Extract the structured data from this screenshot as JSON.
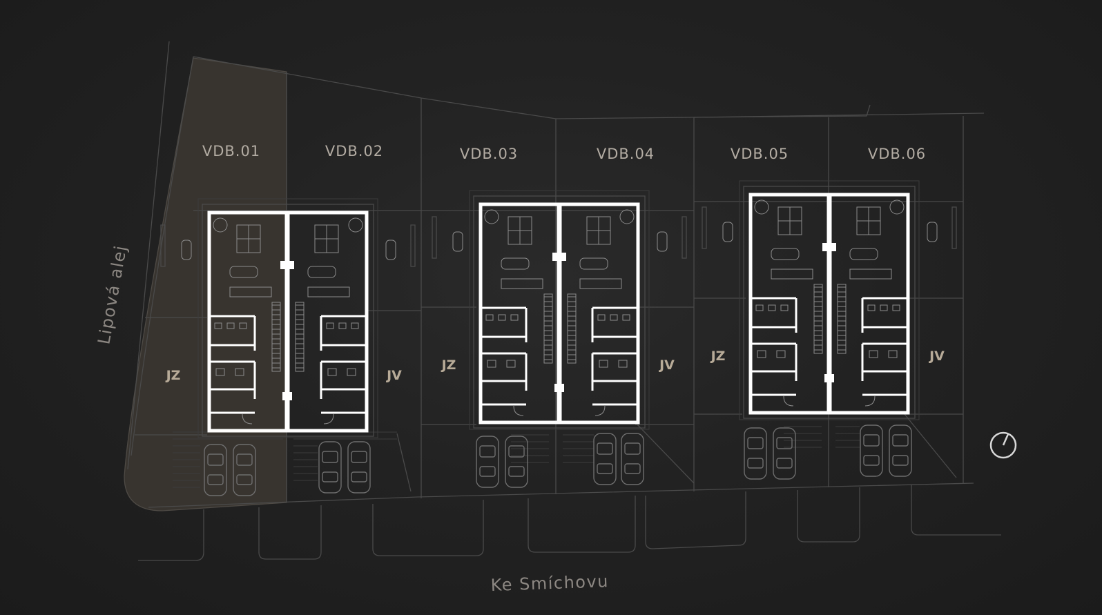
{
  "plots": [
    {
      "id": "vdb-01",
      "label": "VDB.01",
      "selected": true
    },
    {
      "id": "vdb-02",
      "label": "VDB.02",
      "selected": false
    },
    {
      "id": "vdb-03",
      "label": "VDB.03",
      "selected": false
    },
    {
      "id": "vdb-04",
      "label": "VDB.04",
      "selected": false
    },
    {
      "id": "vdb-05",
      "label": "VDB.05",
      "selected": false
    },
    {
      "id": "vdb-06",
      "label": "VDB.06",
      "selected": false
    }
  ],
  "orientations": {
    "pair1": {
      "left": "JZ",
      "right": "JV"
    },
    "pair2": {
      "left": "JZ",
      "right": "JV"
    },
    "pair3": {
      "left": "JZ",
      "right": "JV"
    }
  },
  "streets": {
    "left": "Lipová alej",
    "bottom": "Ke Smíchovu"
  },
  "compass": {
    "icon": "north-arrow-icon"
  },
  "colors": {
    "background": "#222222",
    "selected_plot": "#383430",
    "walls": "#ffffff",
    "lines": "#4a4a4a",
    "labels": "#b3aca3",
    "orientation_labels": "#b8ab98"
  }
}
